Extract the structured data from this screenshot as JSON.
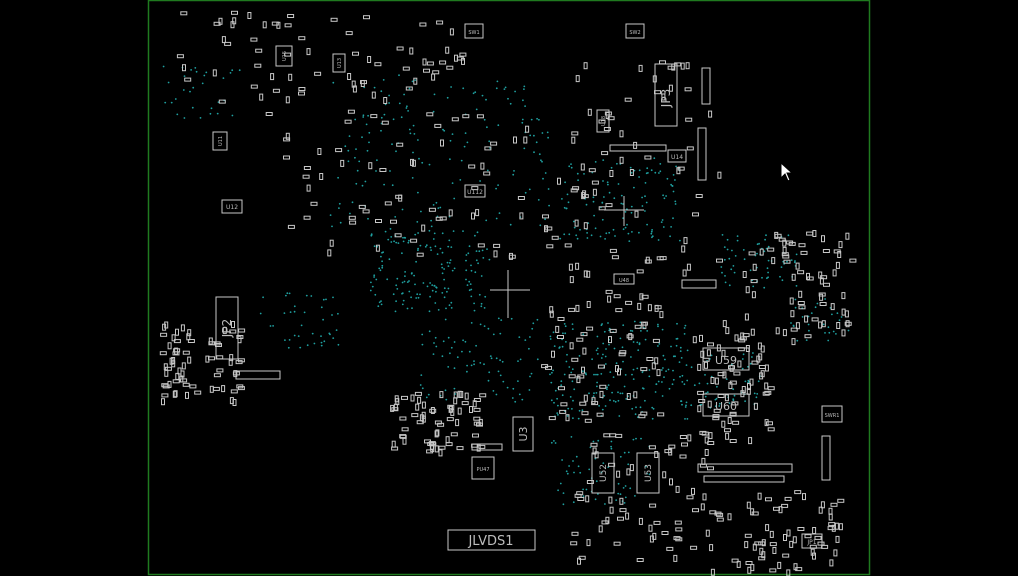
{
  "viewer": {
    "background_color": "#000000",
    "board_outline_color": "#1f7a1f",
    "silkscreen_color": "#c8c8c8",
    "via_color": "#1fa0a0"
  },
  "labels": {
    "jp3": "JP3",
    "jp2": "JP2",
    "jlvds1": "JLVDS1",
    "u3": "U3",
    "u59": "U59",
    "u60": "U60",
    "u52": "U52",
    "u53": "U53",
    "u112": "U112",
    "u14": "U14",
    "u12": "U12",
    "u11": "U11",
    "u18": "U18",
    "u48": "U48",
    "u15": "U15",
    "u13": "U13",
    "jp1": "JP1",
    "swr1": "SWR1",
    "sw1": "SW1",
    "sw2": "SW2",
    "pu47": "PU47"
  },
  "cursor": {
    "icon": "mouse-pointer-icon"
  }
}
